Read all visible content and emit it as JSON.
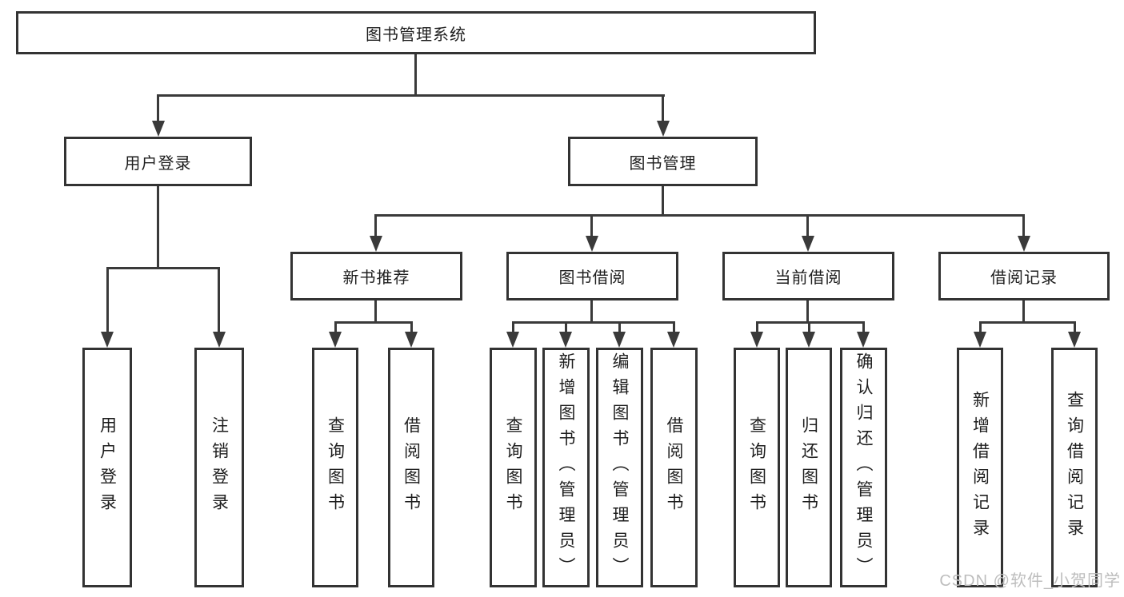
{
  "diagram": {
    "title_node": {
      "label": "图书管理系统"
    },
    "level2": [
      {
        "label": "用户登录"
      },
      {
        "label": "图书管理"
      }
    ],
    "level3": [
      {
        "label": "新书推荐"
      },
      {
        "label": "图书借阅"
      },
      {
        "label": "当前借阅"
      },
      {
        "label": "借阅记录"
      }
    ],
    "leaves": {
      "user_login": [
        {
          "label": "用户登录"
        },
        {
          "label": "注销登录"
        }
      ],
      "new_book_recommend": [
        {
          "label": "查询图书"
        },
        {
          "label": "借阅图书"
        }
      ],
      "book_borrow": [
        {
          "label": "查询图书"
        },
        {
          "label": "新增图书（管理员）"
        },
        {
          "label": "编辑图书（管理员）"
        },
        {
          "label": "借阅图书"
        }
      ],
      "current_borrow": [
        {
          "label": "查询图书"
        },
        {
          "label": "归还图书"
        },
        {
          "label": "确认归还（管理员）"
        }
      ],
      "borrow_records": [
        {
          "label": "新增借阅记录"
        },
        {
          "label": "查询借阅记录"
        }
      ]
    },
    "watermark": "CSDN @软件_小贺同学",
    "colors": {
      "line": "#3a3a3a",
      "box_border": "#333333",
      "box_fill": "#ffffff",
      "text": "#1e1e1e",
      "watermark": "#bdbdbd"
    }
  }
}
